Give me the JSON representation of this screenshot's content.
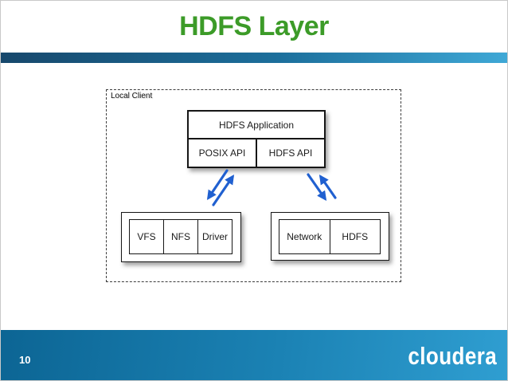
{
  "slide": {
    "title": "HDFS Layer",
    "page_number": "10",
    "brand": "cloudera"
  },
  "diagram": {
    "container_label": "Local Client",
    "app_box": {
      "title": "HDFS Application",
      "cells": [
        "POSIX API",
        "HDFS API"
      ]
    },
    "left_box": {
      "cells": [
        "VFS",
        "NFS",
        "Driver"
      ]
    },
    "right_box": {
      "cells": [
        "Network",
        "HDFS"
      ]
    },
    "arrows": [
      {
        "from": "POSIX API",
        "to": "VFS / NFS / Driver",
        "direction": "bidirectional"
      },
      {
        "from": "HDFS API",
        "to": "Network / HDFS",
        "direction": "bidirectional"
      }
    ]
  },
  "colors": {
    "title_green": "#3C9B28",
    "bar_left": "#17486C",
    "bar_mid": "#1C6F9C",
    "bar_right": "#3FA8D6",
    "footer_left": "#0C6594",
    "footer_mid": "#1B82B4",
    "footer_right": "#2F9ED1",
    "arrow_blue": "#2060D0"
  }
}
